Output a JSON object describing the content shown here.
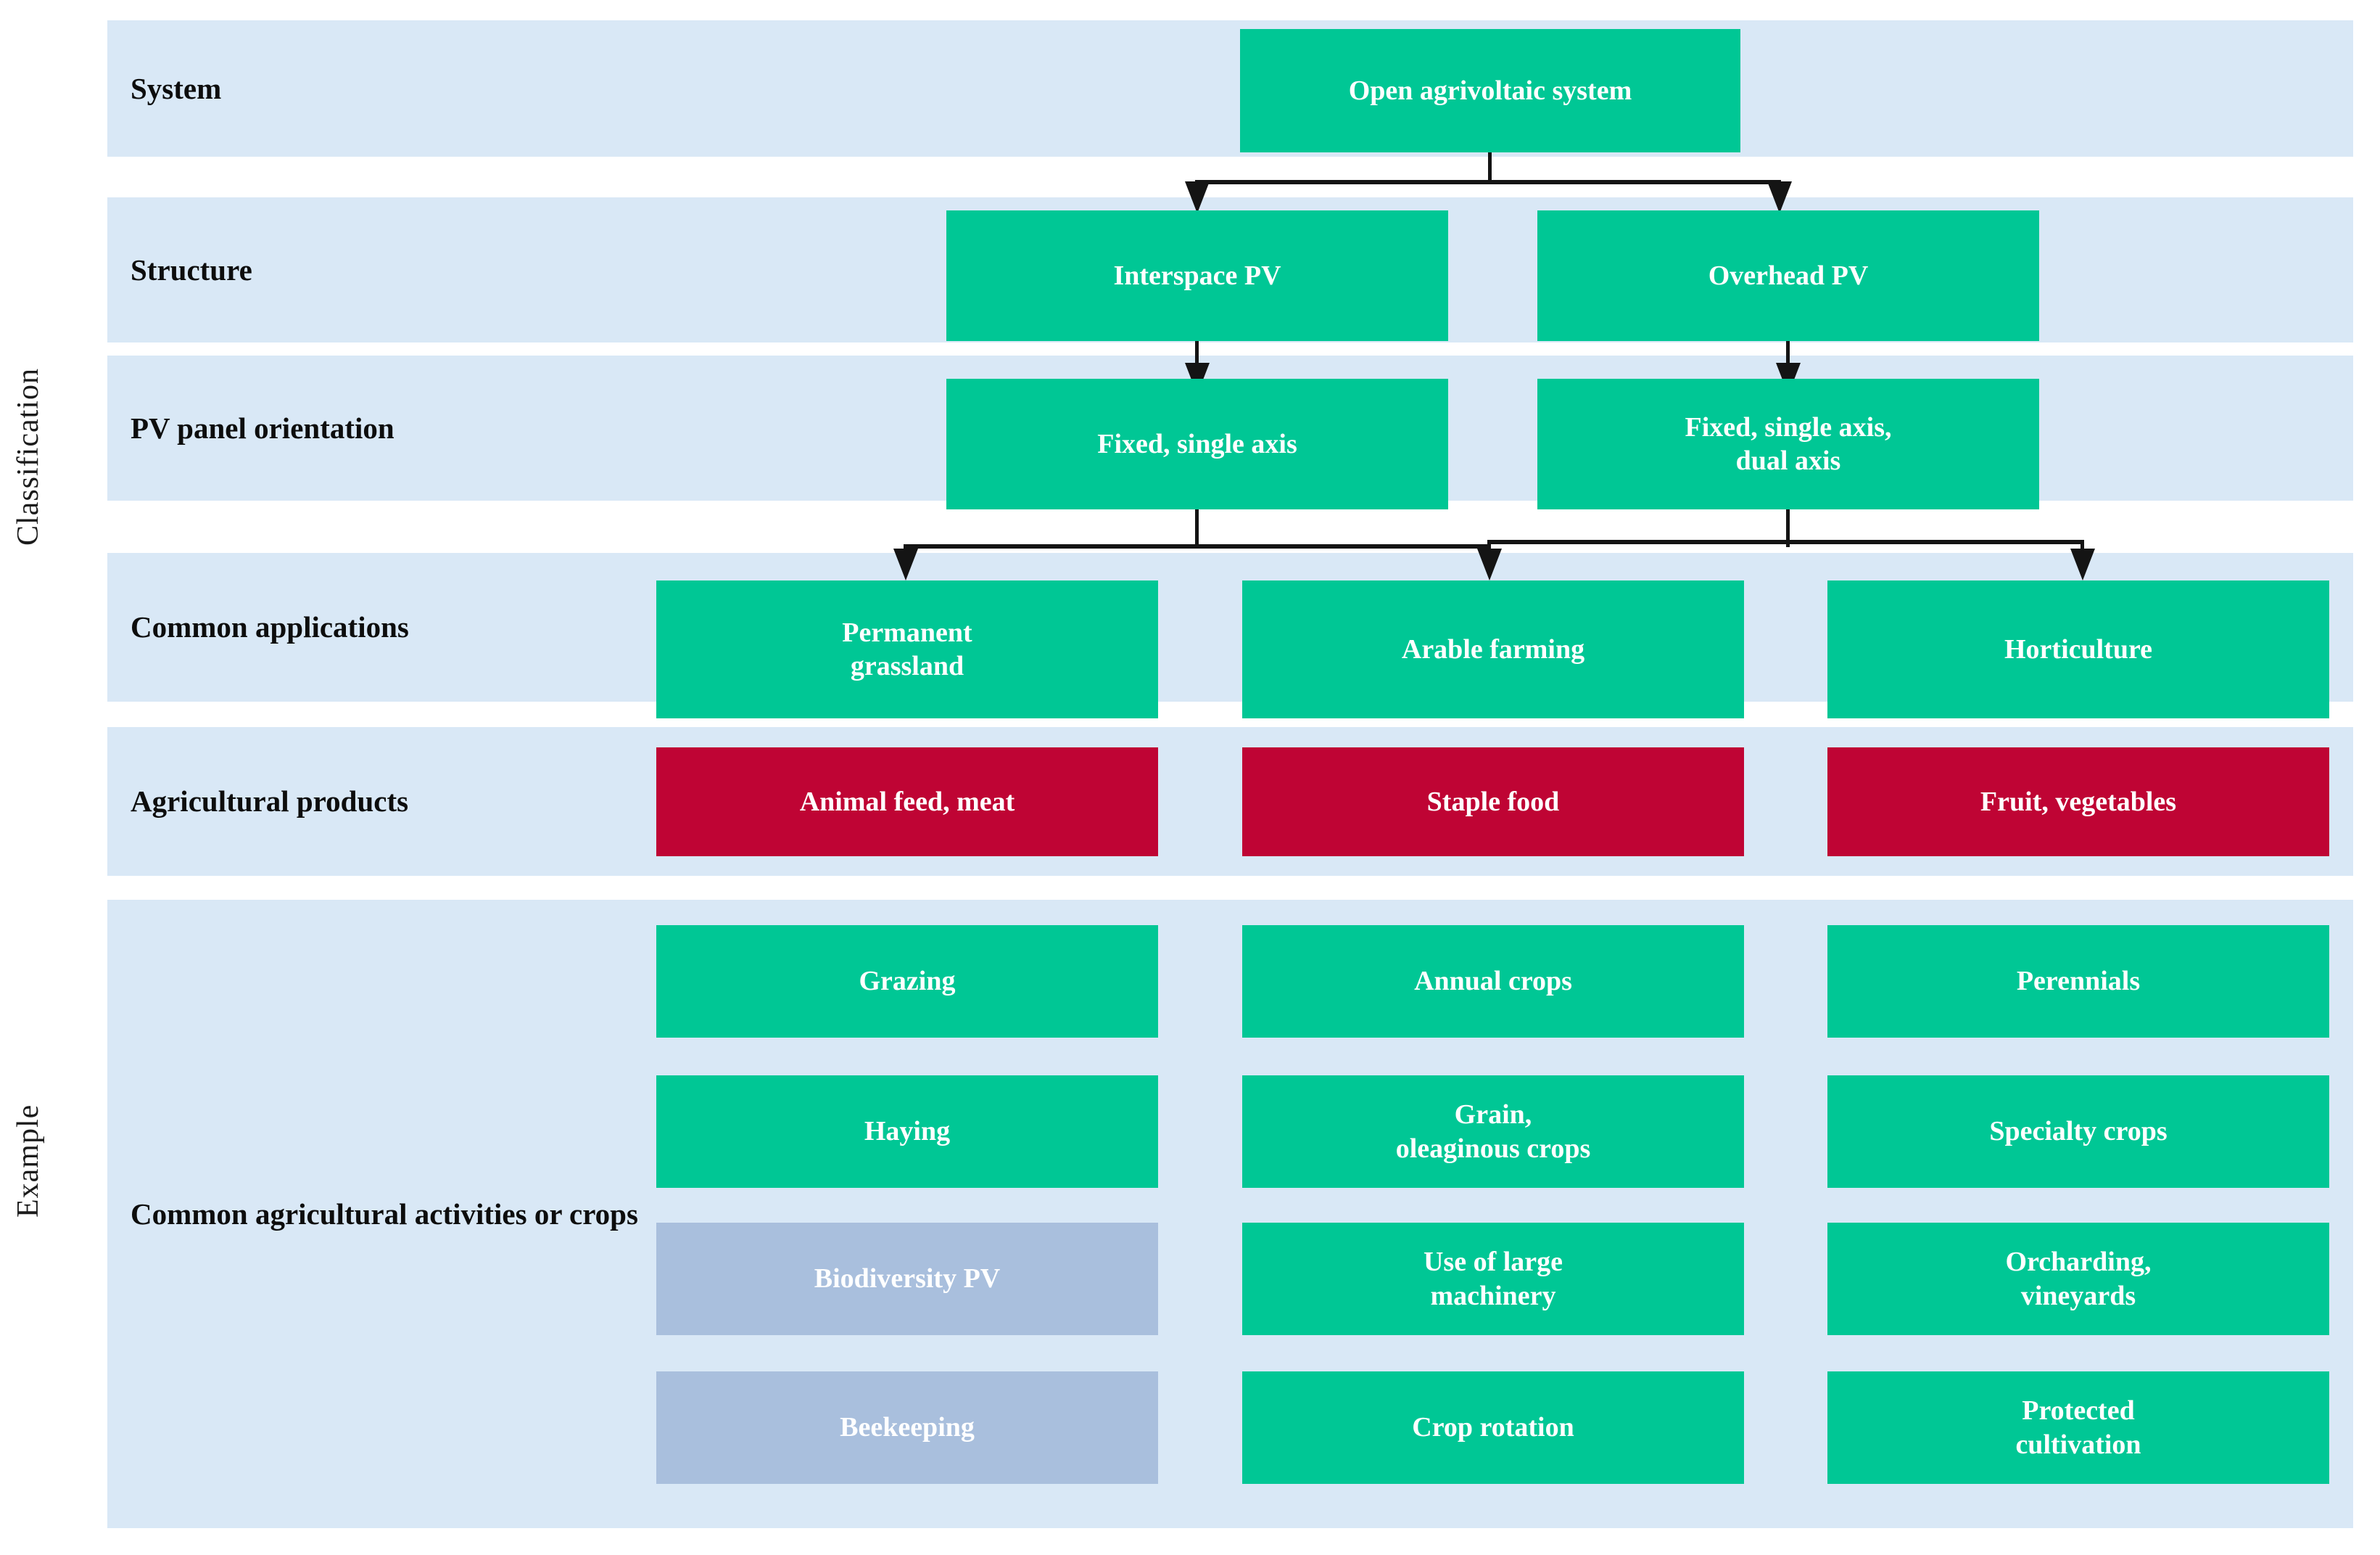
{
  "figure": {
    "sections": [
      {
        "name": "classification",
        "label": "Classification"
      },
      {
        "name": "example",
        "label": "Example"
      }
    ],
    "rows": [
      {
        "name": "system",
        "title": "System"
      },
      {
        "name": "structure",
        "title": "Structure"
      },
      {
        "name": "pv-panel-orientation",
        "title": "PV panel orientation"
      },
      {
        "name": "common-applications",
        "title": "Common applications"
      },
      {
        "name": "agricultural-products",
        "title": "Agricultural products"
      },
      {
        "name": "common-agricultural-activities",
        "title": "Common agricultural\nactivities or crops"
      }
    ],
    "nodes": {
      "system": [
        {
          "label": "Open agrivoltaic system",
          "color": "green"
        }
      ],
      "structure": [
        {
          "label": "Interspace PV",
          "color": "green"
        },
        {
          "label": "Overhead PV",
          "color": "green"
        }
      ],
      "orientation": [
        {
          "label": "Fixed, single axis",
          "color": "green"
        },
        {
          "label": "Fixed, single axis,\ndual axis",
          "color": "green"
        }
      ],
      "applications": [
        {
          "label": "Permanent\ngrassland",
          "color": "green"
        },
        {
          "label": "Arable farming",
          "color": "green"
        },
        {
          "label": "Horticulture",
          "color": "green"
        }
      ],
      "products": [
        {
          "label": "Animal feed, meat",
          "color": "crimson"
        },
        {
          "label": "Staple food",
          "color": "crimson"
        },
        {
          "label": "Fruit, vegetables",
          "color": "crimson"
        }
      ],
      "activities": {
        "column_left": [
          {
            "label": "Grazing",
            "color": "green"
          },
          {
            "label": "Haying",
            "color": "green"
          },
          {
            "label": "Biodiversity PV",
            "color": "bluegrey"
          },
          {
            "label": "Beekeeping",
            "color": "bluegrey"
          }
        ],
        "column_center": [
          {
            "label": "Annual crops",
            "color": "green"
          },
          {
            "label": "Grain,\noleaginous crops",
            "color": "green"
          },
          {
            "label": "Use of large\nmachinery",
            "color": "green"
          },
          {
            "label": "Crop rotation",
            "color": "green"
          }
        ],
        "column_right": [
          {
            "label": "Perennials",
            "color": "green"
          },
          {
            "label": "Specialty crops",
            "color": "green"
          },
          {
            "label": "Orcharding,\nvineyards",
            "color": "green"
          },
          {
            "label": "Protected\ncultivation",
            "color": "green"
          }
        ]
      }
    },
    "colors": {
      "band": "#d9e8f6",
      "green": "#00c795",
      "crimson": "#bf0434",
      "bluegrey": "#a9bfdd",
      "connector": "#141414",
      "text_on_fill": "#ffffff",
      "text_dark": "#0d0d0d",
      "background": "#ffffff"
    }
  }
}
